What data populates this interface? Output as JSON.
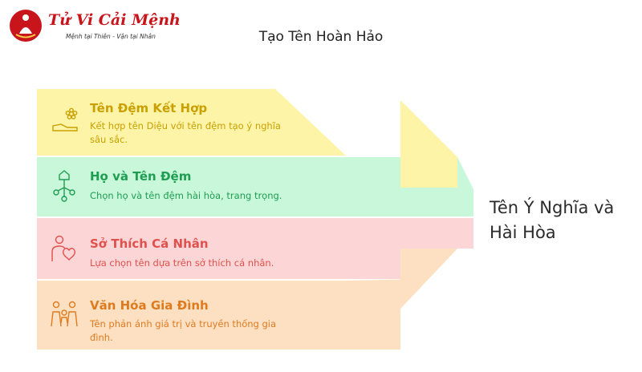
{
  "brand": {
    "name": "Tử Vi Cải Mệnh",
    "tagline": "Mệnh tại Thiên - Vận tại Nhân"
  },
  "title": "Tạo Tên Hoàn Hảo",
  "segments": [
    {
      "title": "Tên Đệm Kết Hợp",
      "description": "Kết hợp tên Diệu với tên đệm tạo ý nghĩa sâu sắc.",
      "icon": "flower-on-hand-icon",
      "fill": "#fdf4a8",
      "accent": "#c9a000"
    },
    {
      "title": "Họ và Tên Đệm",
      "description": "Chọn họ và tên đệm hài hòa, trang trọng.",
      "icon": "family-tree-icon",
      "fill": "#c8f7da",
      "accent": "#1f9e52"
    },
    {
      "title": "Sở Thích Cá Nhân",
      "description": "Lựa chọn tên dựa trên sở thích cá nhân.",
      "icon": "person-heart-icon",
      "fill": "#fcd6d6",
      "accent": "#e0504d"
    },
    {
      "title": "Văn Hóa Gia Đình",
      "description": "Tên phản ánh giá trị và truyền thống gia đình.",
      "icon": "family-icon",
      "fill": "#fde0c2",
      "accent": "#df7b1f"
    }
  ],
  "result": "Tên Ý Nghĩa và Hài Hòa"
}
